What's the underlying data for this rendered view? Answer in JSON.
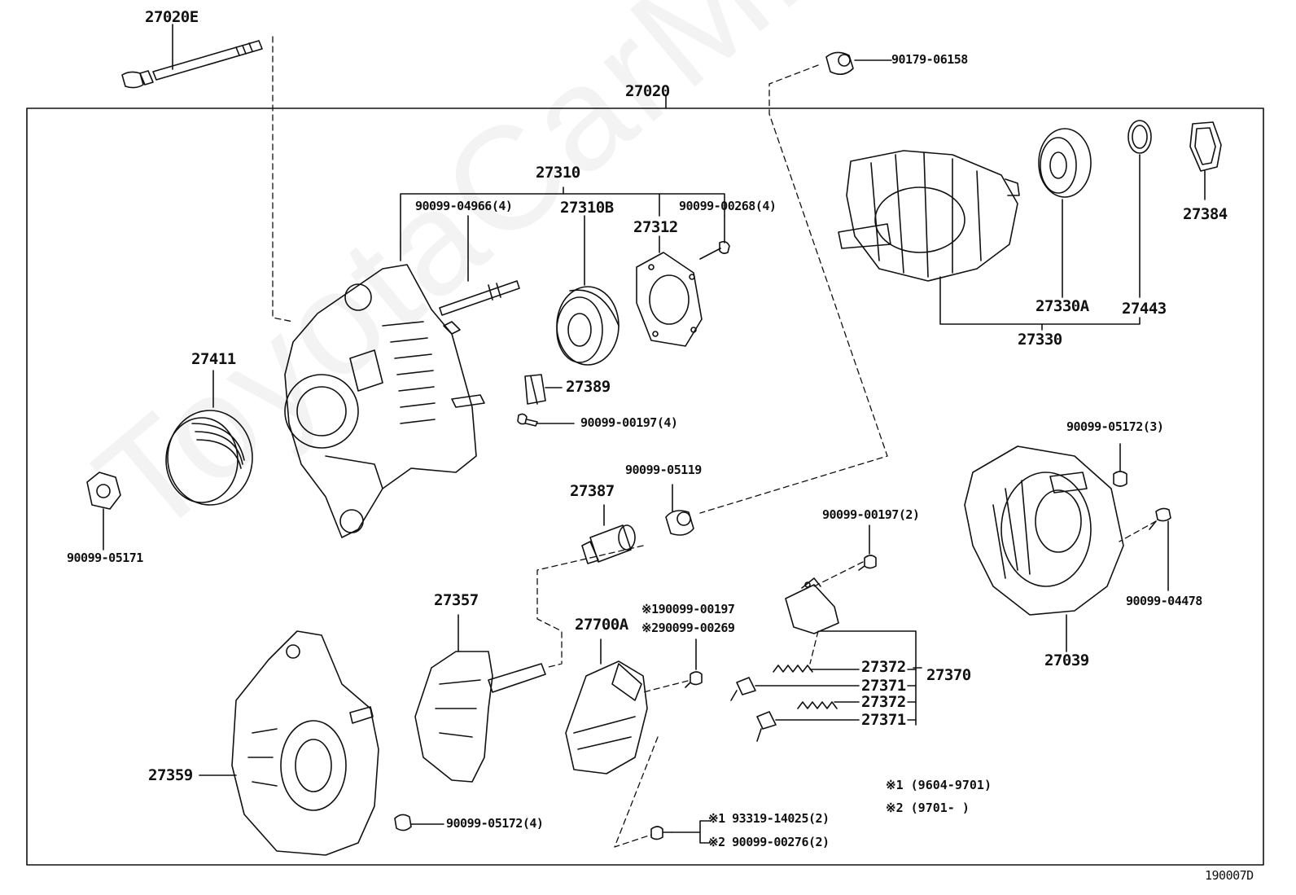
{
  "diagram": {
    "watermark": "ToyotaCarMiler.ru",
    "figure_code": "190007D",
    "assembly_label": "27020",
    "labels": {
      "p27020E": "27020E",
      "p90179_06158": "90179-06158",
      "p27310": "27310",
      "p90099_04966": "90099-04966(4)",
      "p27310B": "27310B",
      "p27312": "27312",
      "p90099_00268": "90099-00268(4)",
      "p27384": "27384",
      "p27330A": "27330A",
      "p27443": "27443",
      "p27330": "27330",
      "p27411": "27411",
      "p27389": "27389",
      "p90099_00197_4": "90099-00197(4)",
      "p90099_05172_3": "90099-05172(3)",
      "p90099_05119": "90099-05119",
      "p27387": "27387",
      "p90099_05171": "90099-05171",
      "p90099_00197_2": "90099-00197(2)",
      "p90099_04478": "90099-04478",
      "p27357": "27357",
      "p27700A": "27700A",
      "p_note1_part": "※190099-00197",
      "p_note2_part": "※290099-00269",
      "p27039": "27039",
      "p27372a": "27372",
      "p27371a": "27371",
      "p27370": "27370",
      "p27372b": "27372",
      "p27371b": "27371",
      "p27359": "27359",
      "p90099_05172_4": "90099-05172(4)",
      "p_screw1": "※1  93319-14025(2)",
      "p_screw2": "※2  90099-00276(2)"
    },
    "notes": {
      "n1": "※1  (9604-9701)",
      "n2": "※2  (9701-      )"
    }
  }
}
